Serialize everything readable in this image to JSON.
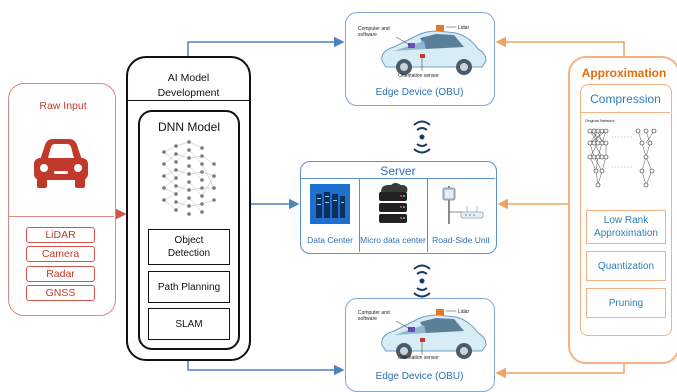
{
  "raw_input": {
    "title": "Raw Input",
    "items": [
      "LiDAR",
      "Camera",
      "Radar",
      "GNSS"
    ]
  },
  "ai_model": {
    "title_line1": "AI Model",
    "title_line2": "Development",
    "dnn": {
      "title": "DNN Model",
      "tasks": [
        {
          "line1": "Object",
          "line2": "Detection"
        },
        {
          "line1": "Path Planning",
          "line2": ""
        },
        {
          "line1": "SLAM",
          "line2": ""
        }
      ]
    }
  },
  "edge_top": {
    "label": "Edge Device (OBU)",
    "callouts": {
      "computer_line1": "Computer and",
      "computer_line2": "software",
      "lidar": "Lidar",
      "orientation": "Orientation sensor"
    }
  },
  "edge_bottom": {
    "label": "Edge Device (OBU)",
    "callouts": {
      "computer_line1": "Computer and",
      "computer_line2": "software",
      "lidar": "Lidar",
      "orientation": "Orientation sensor"
    }
  },
  "server": {
    "title": "Server",
    "units": [
      "Data Center",
      "Micro data center",
      "Road-Side Unit"
    ]
  },
  "approximation": {
    "title": "Approximation",
    "compression": {
      "title": "Compression",
      "network_caption": "Original Network",
      "methods": [
        {
          "line1": "Low Rank",
          "line2": "Approximation"
        },
        {
          "line1": "Quantization",
          "line2": ""
        },
        {
          "line1": "Pruning",
          "line2": ""
        }
      ]
    }
  },
  "colors": {
    "raw": "#c0392b",
    "blue": "#2e6fb4",
    "orange": "#e36c09",
    "orange_light": "#f4b183"
  }
}
